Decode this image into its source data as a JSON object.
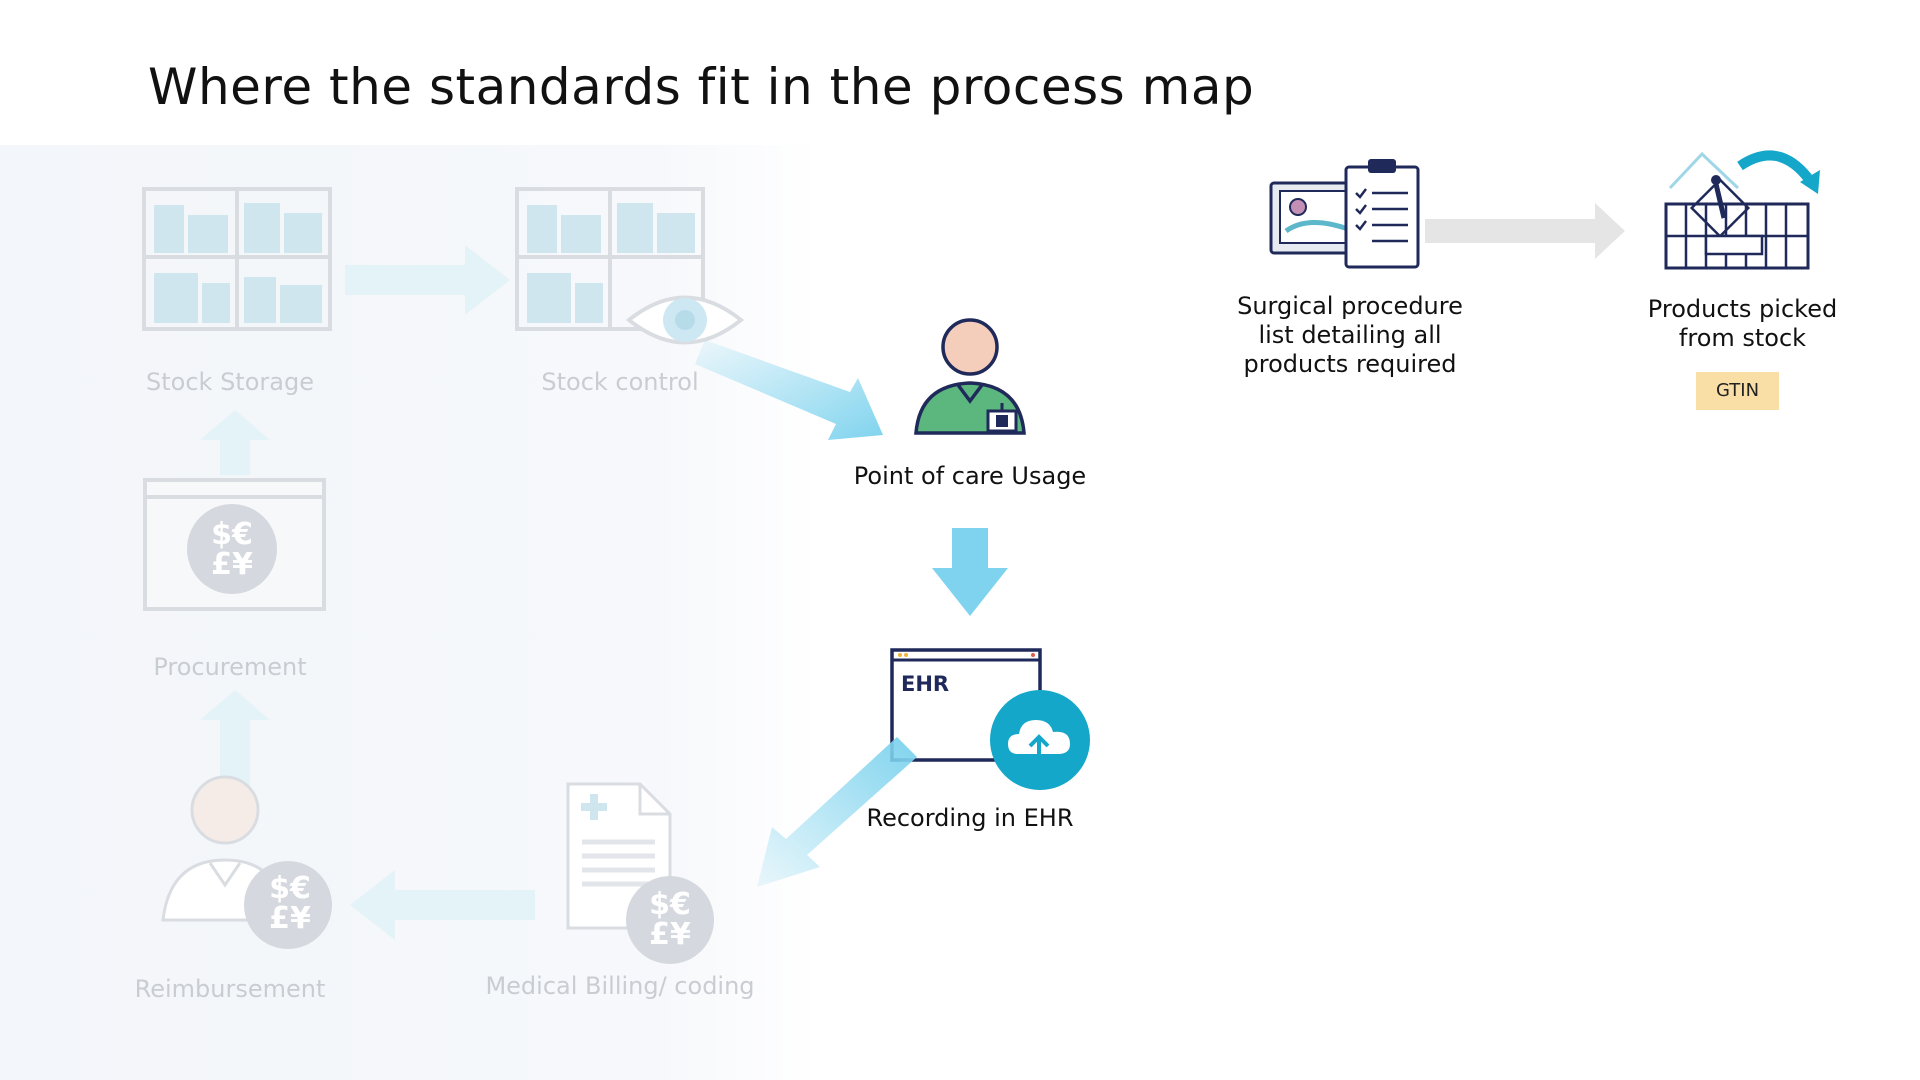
{
  "title": "Where the standards fit in the process map",
  "faded_steps": {
    "stock_storage": "Stock Storage",
    "stock_control": "Stock control",
    "procurement": "Procurement",
    "reimbursement": "Reimbursement",
    "medical_billing": "Medical Billing/ coding"
  },
  "active_steps": {
    "point_of_care": "Point of care Usage",
    "recording_ehr": "Recording in EHR",
    "ehr_badge_text": "EHR"
  },
  "detail_steps": {
    "surgical_list": "Surgical procedure list detailing all products required",
    "products_picked": "Products picked from stock",
    "standard_badge": "GTIN"
  },
  "currency_symbols": {
    "line1": "$€",
    "line2": "£¥"
  },
  "colors": {
    "flow_arrow": "#7fd3ee",
    "navy": "#1f2a5a",
    "teal": "#14a7c9",
    "badge": "#f9dfa5",
    "faded_text": "#c9cdd2"
  }
}
